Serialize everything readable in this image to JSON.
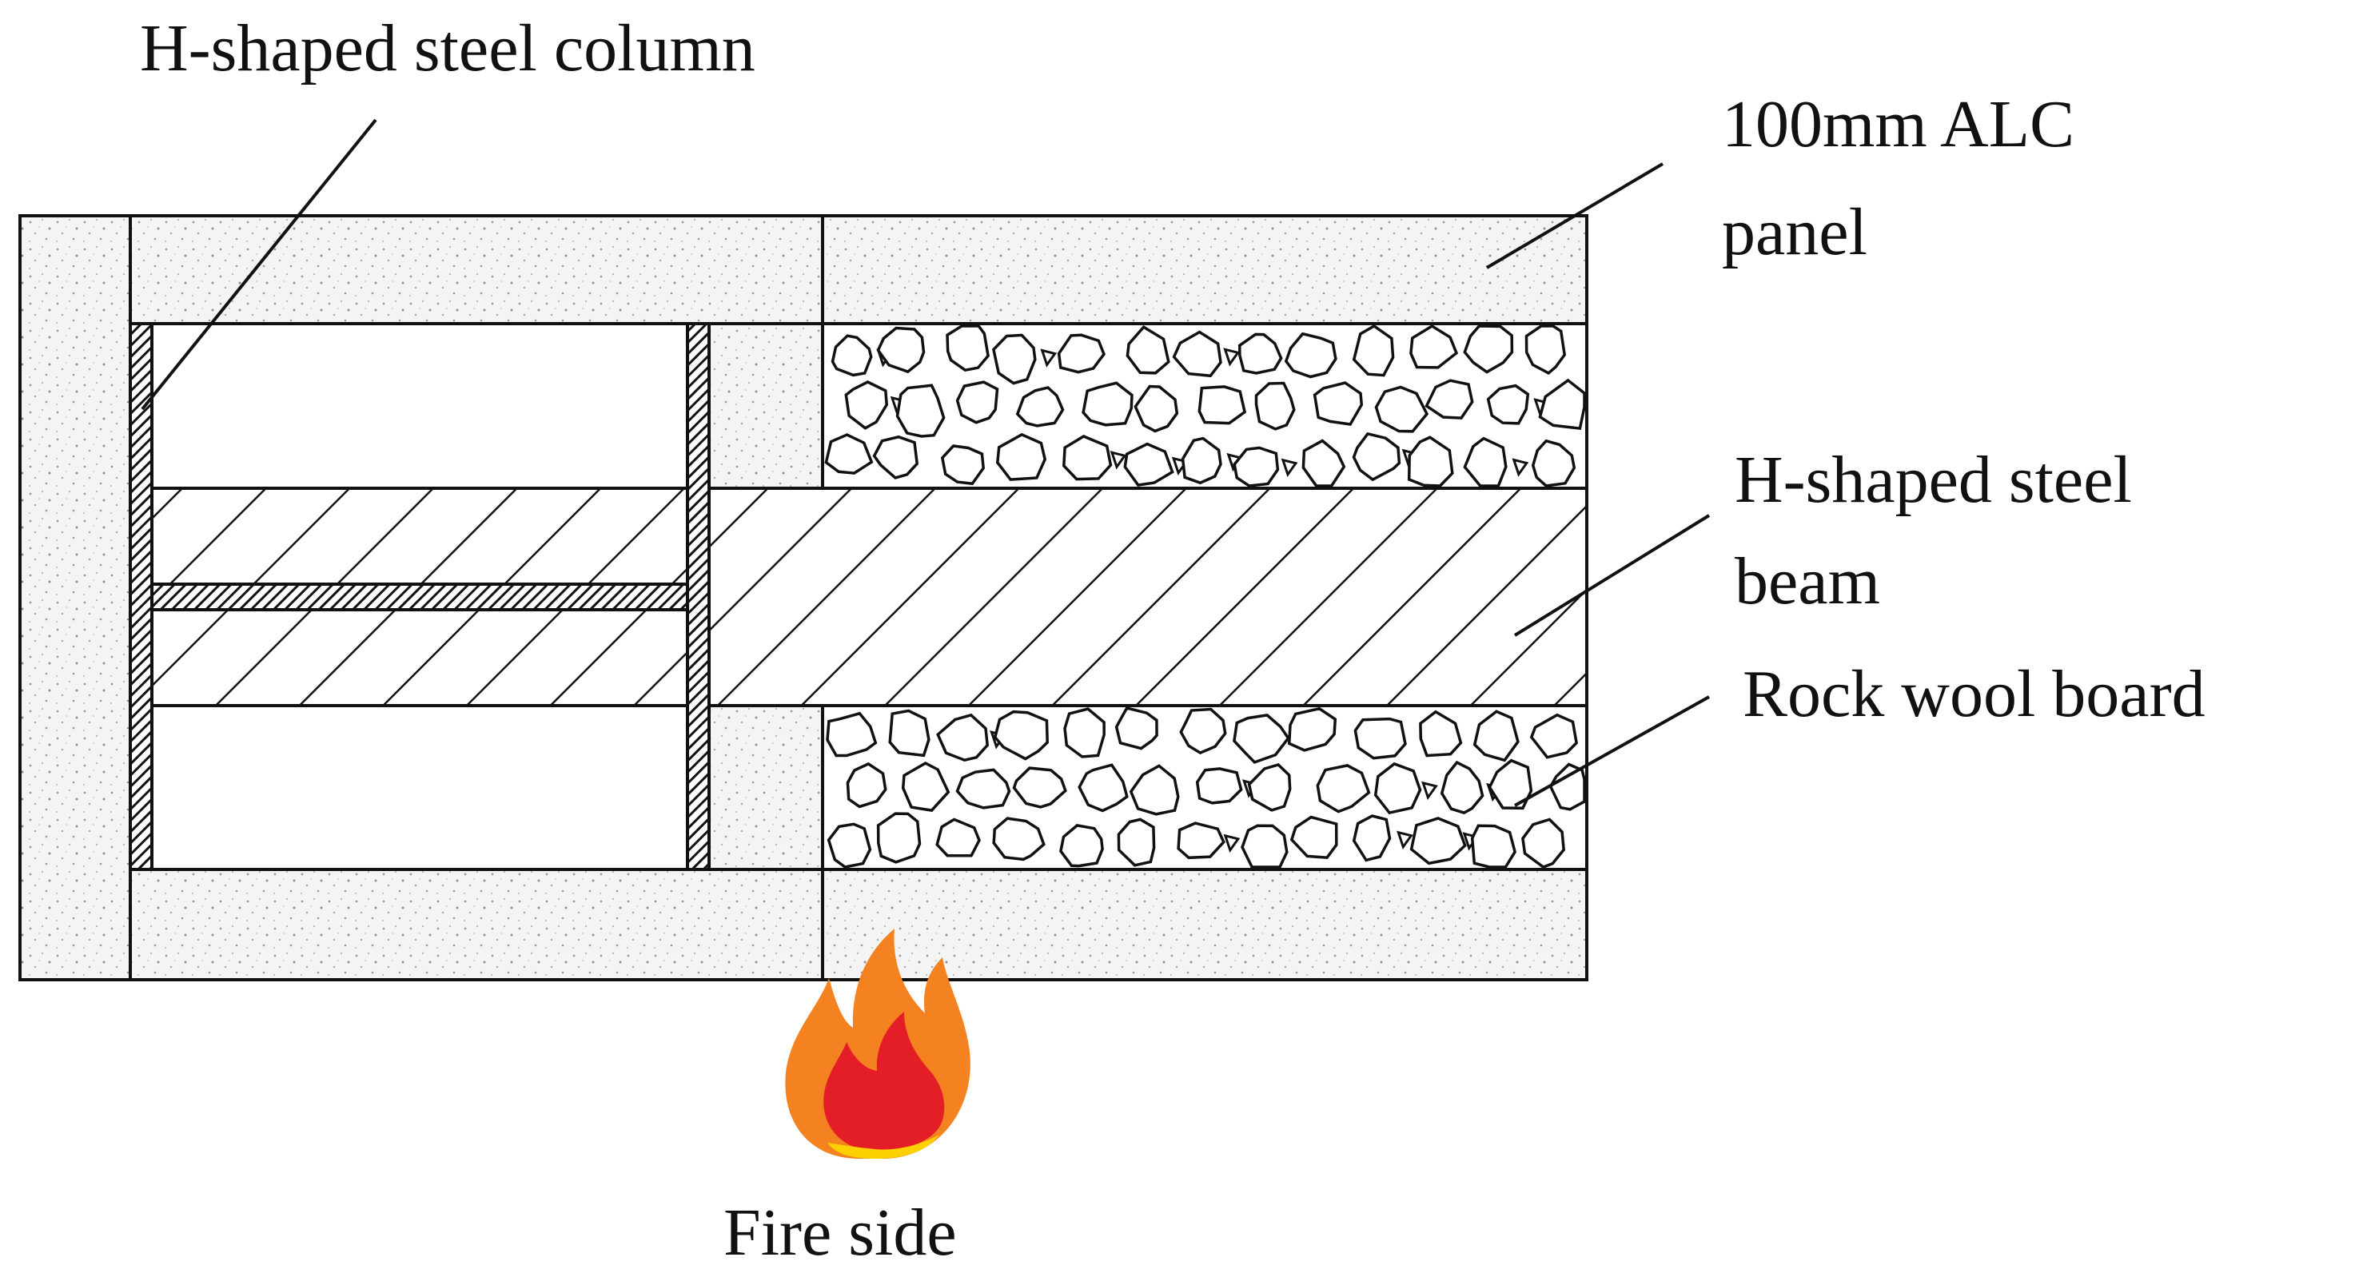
{
  "labels": {
    "column": "H-shaped steel column",
    "alc_line1": "100mm ALC",
    "alc_line2": "panel",
    "beam_line1": "H-shaped steel",
    "beam_line2": "beam",
    "rockwool": "Rock wool board",
    "fire_side": "Fire side"
  },
  "colors": {
    "line": "#111111",
    "alc_fill": "#f4f4f4",
    "flame_outer": "#f58220",
    "flame_inner": "#e41e26",
    "flame_core": "#fdd100"
  }
}
